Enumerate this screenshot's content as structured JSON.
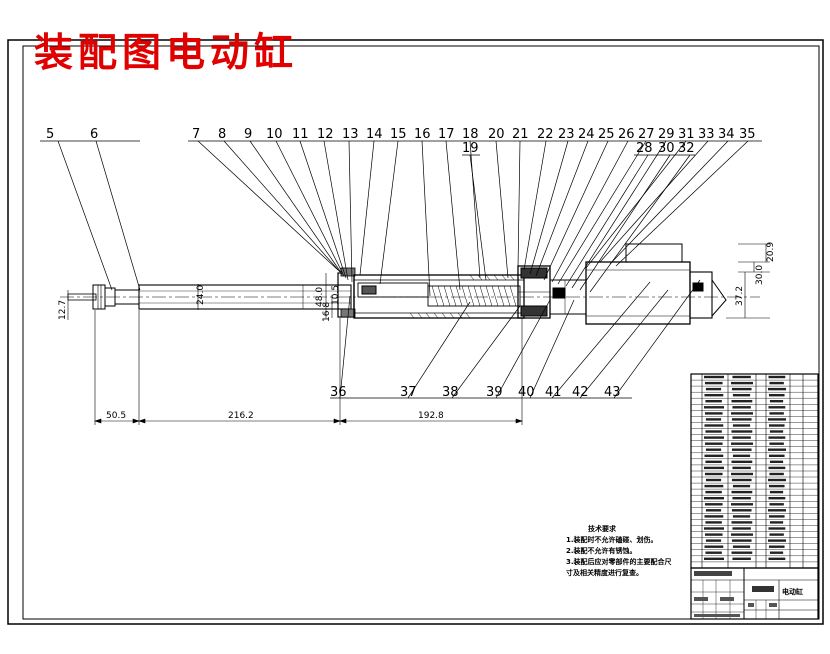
{
  "title": "装配图电动缸",
  "callouts_top": [
    "5",
    "6",
    "7",
    "8",
    "9",
    "10",
    "11",
    "12",
    "13",
    "14",
    "15",
    "16",
    "17",
    "18",
    "19",
    "20",
    "21",
    "22",
    "23",
    "24",
    "25",
    "26",
    "27",
    "28",
    "29",
    "30",
    "31",
    "32",
    "33",
    "34",
    "35"
  ],
  "callouts_bottom": [
    "36",
    "37",
    "38",
    "39",
    "40",
    "41",
    "42",
    "43"
  ],
  "dimensions": {
    "d_50_5": "50.5",
    "d_216_2": "216.2",
    "d_192_8": "192.8",
    "d_12_7": "12.7",
    "d_24_0": "24.0",
    "d_48_0": "48.0",
    "d_16_8": "16.8",
    "d_10_5": "10.5",
    "d_20_9": "20.9",
    "d_30_0": "30.0",
    "d_37_2": "37.2"
  },
  "notes": {
    "heading": "技术要求",
    "lines": [
      "1.装配时不允许磕碰、划伤。",
      "2.装配不允许有锈蚀。",
      "3.装配后应对零部件的主要配合尺",
      "寸及相关精度进行复查。"
    ]
  },
  "title_block": {
    "name": "电动缸"
  }
}
